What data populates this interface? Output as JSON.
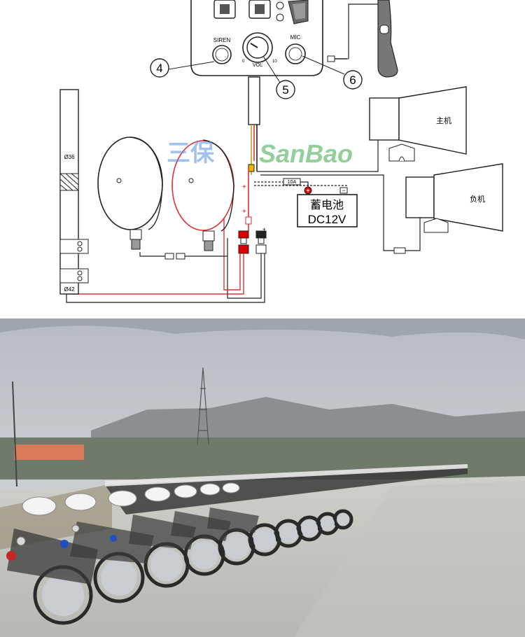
{
  "controller": {
    "siren_label": "SIREN",
    "mic_label": "MIC",
    "vol_label": "VOL",
    "vol_min": "0",
    "vol_max": "10"
  },
  "callouts": {
    "c4": "4",
    "c5": "5",
    "c6": "6"
  },
  "watermark": {
    "cn": "三保",
    "en": "SanBao"
  },
  "pole": {
    "top_dim": "Ø36",
    "bottom_dim": "Ø42"
  },
  "fuse_label": "10A",
  "battery": {
    "title": "蓄电池",
    "voltage": "DC12V",
    "plus": "+",
    "minus": "−"
  },
  "polarity": {
    "p1": "+",
    "p2": "+",
    "p3": "+"
  },
  "speakers": {
    "main": "主机",
    "secondary": "负机"
  }
}
